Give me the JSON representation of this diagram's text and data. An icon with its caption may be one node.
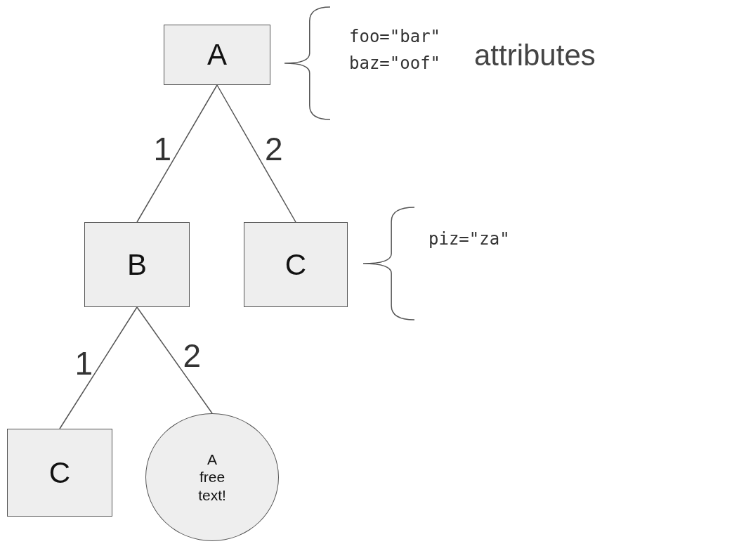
{
  "diagram": {
    "nodes": [
      {
        "text": [
          "A"
        ]
      },
      {
        "text": [
          "B"
        ]
      },
      {
        "text": [
          "C"
        ]
      },
      {
        "text": [
          "C"
        ]
      },
      {
        "text": [
          "A free text!"
        ]
      }
    ],
    "edges": [
      {
        "from": 0,
        "to": 1,
        "arrow": "none",
        "label": "1"
      },
      {
        "from": 0,
        "to": 2,
        "arrow": "none",
        "label": "2"
      },
      {
        "from": 1,
        "to": 3,
        "arrow": "none",
        "label": "1"
      },
      {
        "from": 1,
        "to": 4,
        "arrow": "none",
        "label": "2"
      }
    ],
    "labels": [
      "foo=\"bar\"",
      "baz=\"oof\"",
      "attributes",
      "piz=\"za\""
    ]
  }
}
